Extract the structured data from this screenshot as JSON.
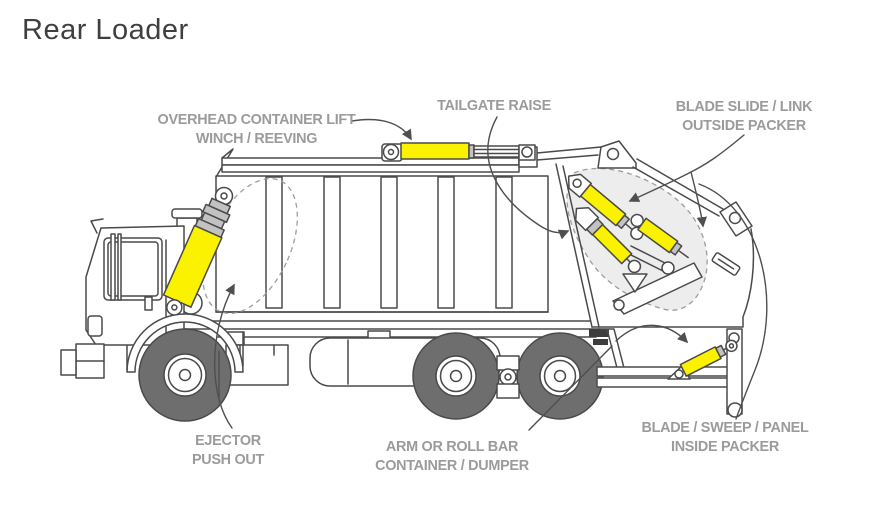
{
  "page": {
    "title": "Rear Loader"
  },
  "diagram": {
    "labels": {
      "overhead_winch": {
        "line1": "OVERHEAD CONTAINER LIFT",
        "line2": "WINCH / REEVING"
      },
      "tailgate_raise": {
        "line1": "TAILGATE RAISE"
      },
      "blade_slide": {
        "line1": "BLADE SLIDE / LINK",
        "line2": "OUTSIDE PACKER"
      },
      "ejector": {
        "line1": "EJECTOR",
        "line2": "PUSH OUT"
      },
      "arm_roll_bar": {
        "line1": "ARM OR ROLL BAR",
        "line2": "CONTAINER / DUMPER"
      },
      "blade_sweep": {
        "line1": "BLADE / SWEEP / PANEL",
        "line2": "INSIDE PACKER"
      }
    },
    "colors": {
      "cylinder_highlight": "#FBF200",
      "label_text": "#9b9b9b",
      "outline": "#4a4a4a",
      "tire_fill": "#6e6e6e",
      "zone_fill": "#ededed",
      "collar_fill": "#c2c2c2",
      "title_text": "#3f3f3f"
    }
  }
}
